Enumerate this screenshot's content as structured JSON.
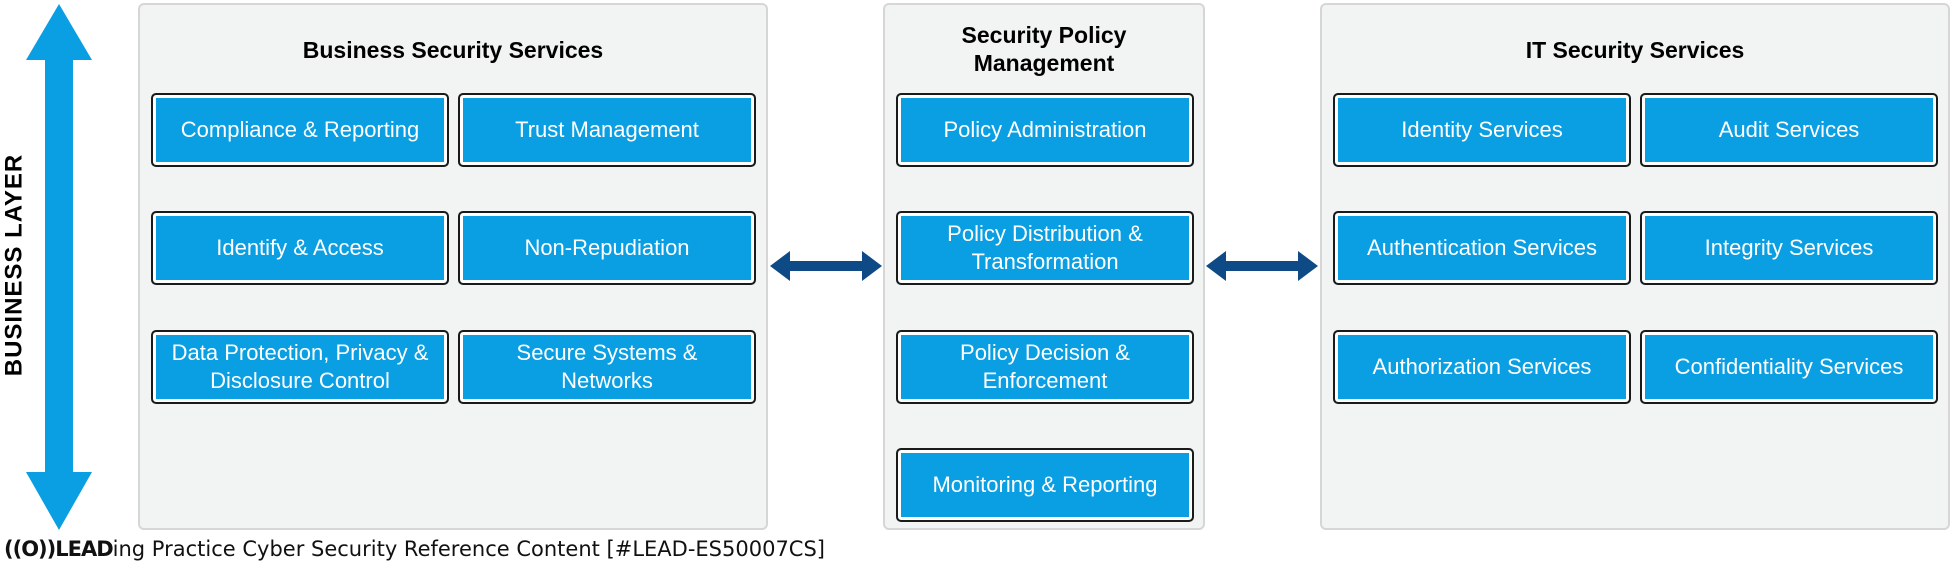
{
  "layer_label": "BUSINESS LAYER",
  "colors": {
    "accent": "#0a9ee2",
    "dark_arrow": "#0e4a86",
    "panel_bg": "#f2f3f3"
  },
  "panels": {
    "business": {
      "title": "Business Security Services",
      "items": [
        "Compliance & Reporting",
        "Trust Management",
        "Identify & Access",
        "Non-Repudiation",
        "Data Protection, Privacy & Disclosure Control",
        "Secure Systems & Networks"
      ]
    },
    "policy": {
      "title": "Security Policy Management",
      "items": [
        "Policy Administration",
        "Policy Distribution & Transformation",
        "Policy Decision & Enforcement",
        "Monitoring & Reporting"
      ]
    },
    "it": {
      "title": "IT Security Services",
      "items": [
        "Identity Services",
        "Audit Services",
        "Authentication Services",
        "Integrity Services",
        "Authorization Services",
        "Confidentiality Services"
      ]
    }
  },
  "footer": {
    "logo": "((O))LEAD",
    "text": "ing Practice Cyber Security Reference Content [#LEAD-ES50007CS]"
  }
}
